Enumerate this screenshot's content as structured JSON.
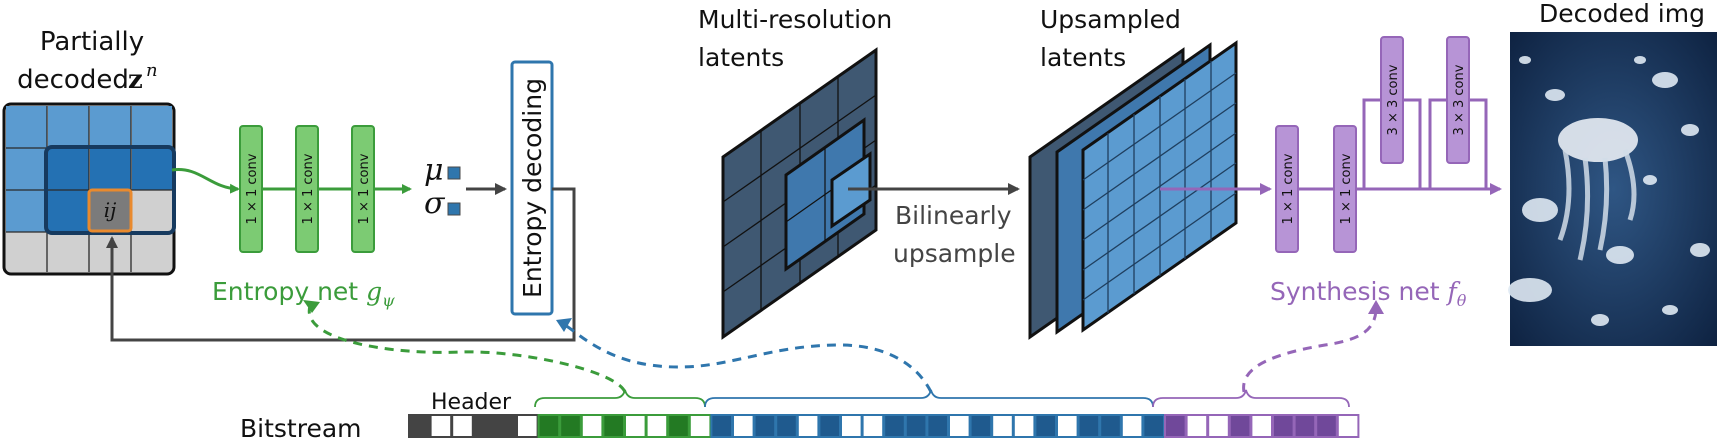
{
  "labels": {
    "partial_line1": "Partially",
    "partial_line2": "decoded",
    "partial_z": "z",
    "partial_sup": "n",
    "cell_ij": "ij",
    "entropy_net": "Entropy net",
    "entropy_net_sym": "g",
    "entropy_net_sub": "ψ",
    "mu": "μ",
    "sigma": "σ",
    "entropy_decoding": "Entropy decoding",
    "multires_line1": "Multi-resolution",
    "multires_line2": "latents",
    "upsampled_line1": "Upsampled",
    "upsampled_line2": "latents",
    "bilinear_line1": "Bilinearly",
    "bilinear_line2": "upsample",
    "synthesis_net": "Synthesis net",
    "synthesis_net_sym": "f",
    "synthesis_net_sub": "θ",
    "decoded_img": "Decoded img",
    "header": "Header",
    "bitstream": "Bitstream"
  },
  "entropy_layers": [
    "1 × 1 conv",
    "1 × 1 conv",
    "1 × 1 conv"
  ],
  "synthesis_layers": [
    "1 × 1 conv",
    "1 × 1 conv"
  ],
  "synthesis_residual_layers": [
    "3 × 3 conv",
    "3 × 3 conv"
  ],
  "bitstream_groups": {
    "header": [
      "dark",
      "white",
      "white",
      "dark",
      "dark",
      "white"
    ],
    "entropy": [
      "fill",
      "fill",
      "white",
      "fill",
      "white",
      "white",
      "fill",
      "white"
    ],
    "latents": [
      "fill",
      "white",
      "fill",
      "fill",
      "white",
      "fill",
      "white",
      "white",
      "fill",
      "fill",
      "fill",
      "white",
      "fill",
      "white",
      "white",
      "fill",
      "white",
      "fill",
      "fill",
      "white",
      "fill"
    ],
    "synthesis": [
      "fill",
      "white",
      "white",
      "fill",
      "white",
      "fill",
      "fill",
      "fill",
      "white"
    ]
  },
  "colors": {
    "green": "#3b9c3b",
    "green_fill": "#7ccb73",
    "green_dark": "#237a23",
    "blue": "#2f76ad",
    "blue_dark": "#1f5a8e",
    "blue_light": "#5b9bd0",
    "purple": "#9566b8",
    "purple_fill": "#b794d6",
    "purple_dark": "#70489a",
    "orange": "#e98a2e",
    "slate": "#3f5872",
    "gray": "#444444"
  }
}
